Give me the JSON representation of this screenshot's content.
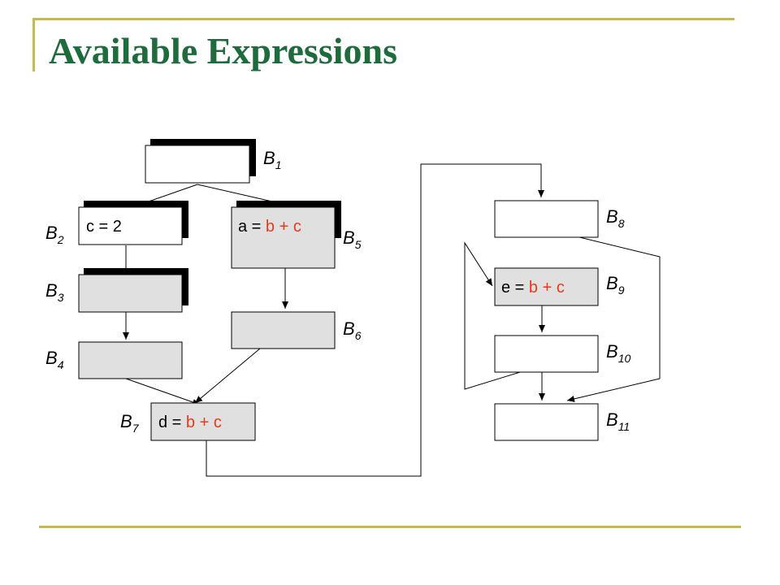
{
  "title": "Available Expressions",
  "colors": {
    "title": "#1e6b3c",
    "rule": "#c9b84c",
    "highlight": "#e8391d",
    "block_gray": "#e0e0e0",
    "block_white": "#ffffff"
  },
  "blocks": {
    "b1": {
      "label": "B",
      "sub": "1"
    },
    "b2": {
      "label": "B",
      "sub": "2",
      "code": "c = 2"
    },
    "b3": {
      "label": "B",
      "sub": "3"
    },
    "b4": {
      "label": "B",
      "sub": "4"
    },
    "b5": {
      "label": "B",
      "sub": "5",
      "code_lhs": "a = ",
      "code_expr": "b + c"
    },
    "b6": {
      "label": "B",
      "sub": "6"
    },
    "b7": {
      "label": "B",
      "sub": "7",
      "code_lhs": "d = ",
      "code_expr": "b + c"
    },
    "b8": {
      "label": "B",
      "sub": "8"
    },
    "b9": {
      "label": "B",
      "sub": "9",
      "code_lhs": "e = ",
      "code_expr": "b + c"
    },
    "b10": {
      "label": "B",
      "sub": "10"
    },
    "b11": {
      "label": "B",
      "sub": "11"
    }
  }
}
